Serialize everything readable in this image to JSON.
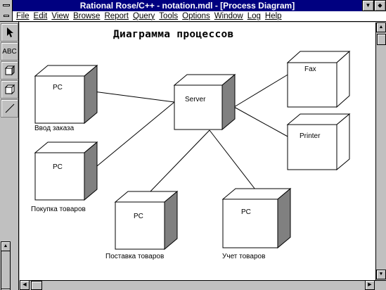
{
  "window": {
    "title": "Rational Rose/C++ - notation.mdl - [Process Diagram]",
    "minimize_icon": "down-triangle-icon",
    "maximize_icon": "restore-icon"
  },
  "menu": {
    "items": [
      {
        "label": "File"
      },
      {
        "label": "Edit"
      },
      {
        "label": "View"
      },
      {
        "label": "Browse"
      },
      {
        "label": "Report"
      },
      {
        "label": "Query"
      },
      {
        "label": "Tools"
      },
      {
        "label": "Options"
      },
      {
        "label": "Window"
      },
      {
        "label": "Log"
      },
      {
        "label": "Help"
      }
    ]
  },
  "toolbox": {
    "tools": [
      {
        "name": "selection-arrow-icon",
        "label": ""
      },
      {
        "name": "text-tool",
        "label": "ABC"
      },
      {
        "name": "processor-icon",
        "label": ""
      },
      {
        "name": "device-icon",
        "label": ""
      },
      {
        "name": "connection-icon",
        "label": ""
      }
    ]
  },
  "diagram": {
    "title": "Диаграмма процессов",
    "colors": {
      "shadow": "#808080",
      "line": "#000000",
      "face": "#ffffff"
    },
    "nodes": [
      {
        "id": "pc1",
        "label": "PC",
        "caption": "Ввод заказа",
        "kind": "processor"
      },
      {
        "id": "pc2",
        "label": "PC",
        "caption": "Покупка товаров",
        "kind": "processor"
      },
      {
        "id": "pc3",
        "label": "PC",
        "caption": "Поставка товаров",
        "kind": "processor"
      },
      {
        "id": "pc4",
        "label": "PC",
        "caption": "Учет товаров",
        "kind": "processor"
      },
      {
        "id": "server",
        "label": "Server",
        "caption": "",
        "kind": "processor"
      },
      {
        "id": "fax",
        "label": "Fax",
        "caption": "",
        "kind": "device"
      },
      {
        "id": "printer",
        "label": "Printer",
        "caption": "",
        "kind": "device"
      }
    ]
  }
}
